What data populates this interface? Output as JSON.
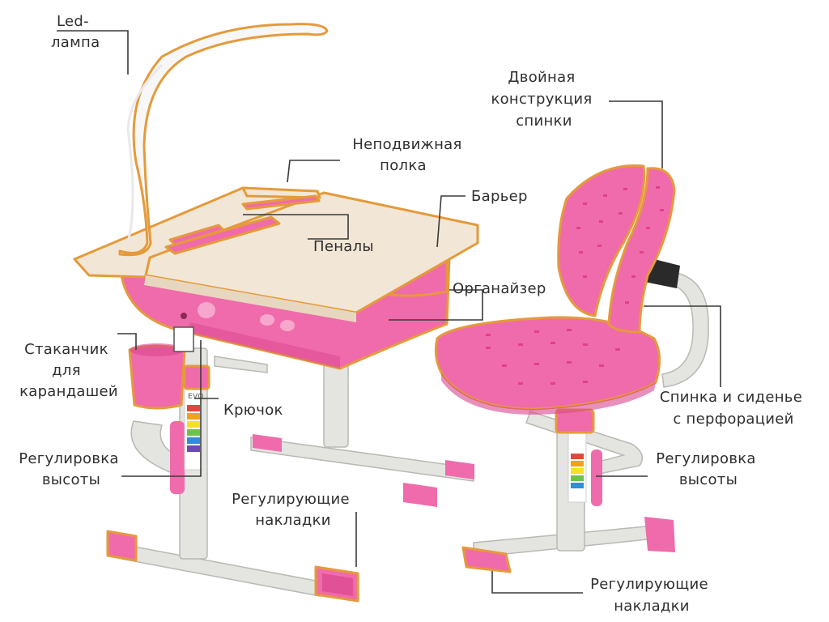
{
  "colors": {
    "pink": "#f06bab",
    "pink_dark": "#d9468f",
    "pink_light": "#f7a7cd",
    "outline_orange": "#e59a3a",
    "metal": "#e4e4e0",
    "wood": "#f2e6d6",
    "leader_line": "#3a3a3a"
  },
  "labels": {
    "led_lamp": [
      "Led-",
      "лампа"
    ],
    "fixed_shelf": [
      "Неподвижная",
      "полка"
    ],
    "barrier": [
      "Барьер"
    ],
    "pencil_cases": [
      "Пеналы"
    ],
    "organizer": [
      "Органайзер"
    ],
    "pencil_cup": [
      "Стаканчик",
      "для",
      "карандашей"
    ],
    "hook": [
      "Крючок"
    ],
    "height_adjust_desk": [
      "Регулировка",
      "высоты"
    ],
    "adjust_pads_desk": [
      "Регулирующие",
      "накладки"
    ],
    "double_back": [
      "Двойная",
      "конструкция",
      "спинки"
    ],
    "perforated_seat": [
      "Спинка и сиденье",
      "с перфорацией"
    ],
    "height_adjust_chair": [
      "Регулировка",
      "высоты"
    ],
    "adjust_pads_chair": [
      "Регулирующие",
      "накладки"
    ]
  },
  "height_scale_brand": "EVO"
}
